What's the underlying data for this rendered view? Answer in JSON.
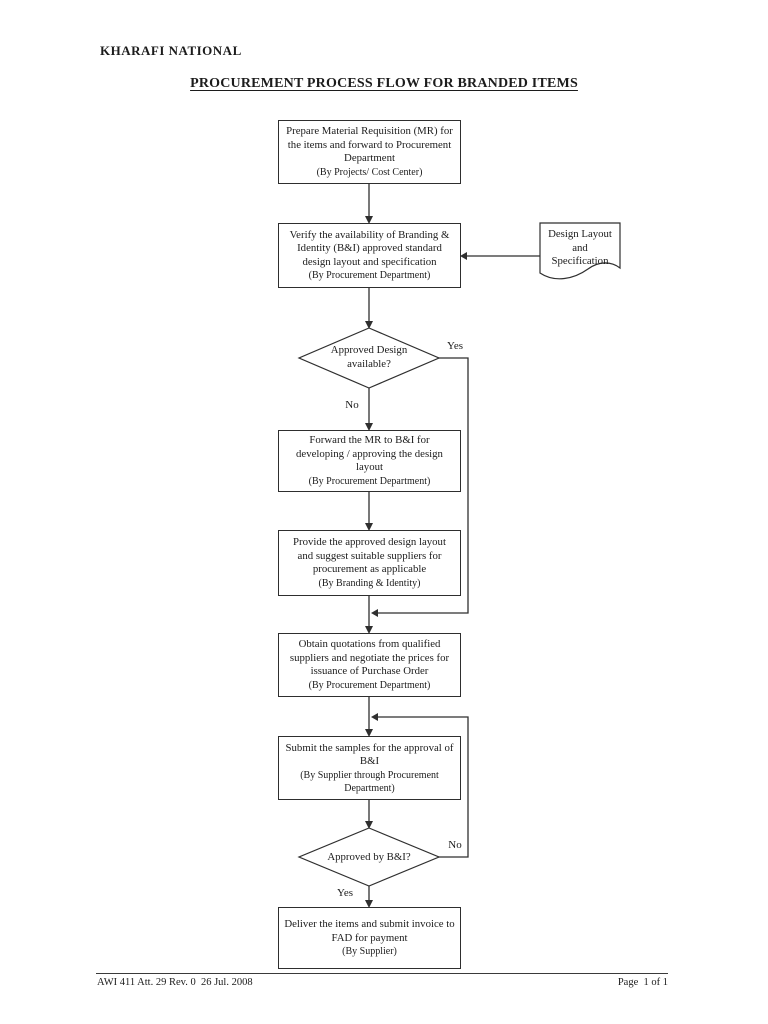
{
  "header": {
    "company": "KHARAFI NATIONAL",
    "title": "PROCUREMENT PROCESS FLOW FOR BRANDED ITEMS"
  },
  "flowchart": {
    "steps": {
      "prepare_mr": {
        "text": "Prepare Material Requisition (MR) for\nthe items and forward to Procurement\nDepartment",
        "by": "(By Projects/ Cost Center)"
      },
      "verify_availability": {
        "text": "Verify the availability of Branding &\nIdentity (B&I) approved standard\ndesign layout and specification",
        "by": "(By Procurement Department)"
      },
      "forward_mr": {
        "text": "Forward the MR to B&I for\ndeveloping / approving the design\nlayout",
        "by": "(By Procurement Department)"
      },
      "provide_layout": {
        "text": "Provide the approved design layout\nand suggest suitable suppliers for\nprocurement as applicable",
        "by": "(By Branding & Identity)"
      },
      "obtain_quotations": {
        "text": "Obtain quotations from qualified\nsuppliers and negotiate the prices for\nissuance of Purchase Order",
        "by": "(By Procurement Department)"
      },
      "submit_samples": {
        "text": "Submit the samples for the approval of\nB&I",
        "by": "(By Supplier through Procurement\nDepartment)"
      },
      "deliver_items": {
        "text": "Deliver the items and submit invoice to\nFAD for payment",
        "by": "(By Supplier)"
      }
    },
    "decisions": {
      "design_available": {
        "text": "Approved Design\navailable?",
        "yes_label": "Yes",
        "no_label": "No"
      },
      "approved_by_bi": {
        "text": "Approved by B&I?",
        "yes_label": "Yes",
        "no_label": "No"
      }
    },
    "document_shape": {
      "text": "Design Layout\nand\nSpecification"
    },
    "line_color": "#2f2f2f"
  },
  "footer": {
    "left": "AWI 411 Att. 29 Rev. 0  26 Jul. 2008",
    "right": "Page  1 of 1"
  }
}
